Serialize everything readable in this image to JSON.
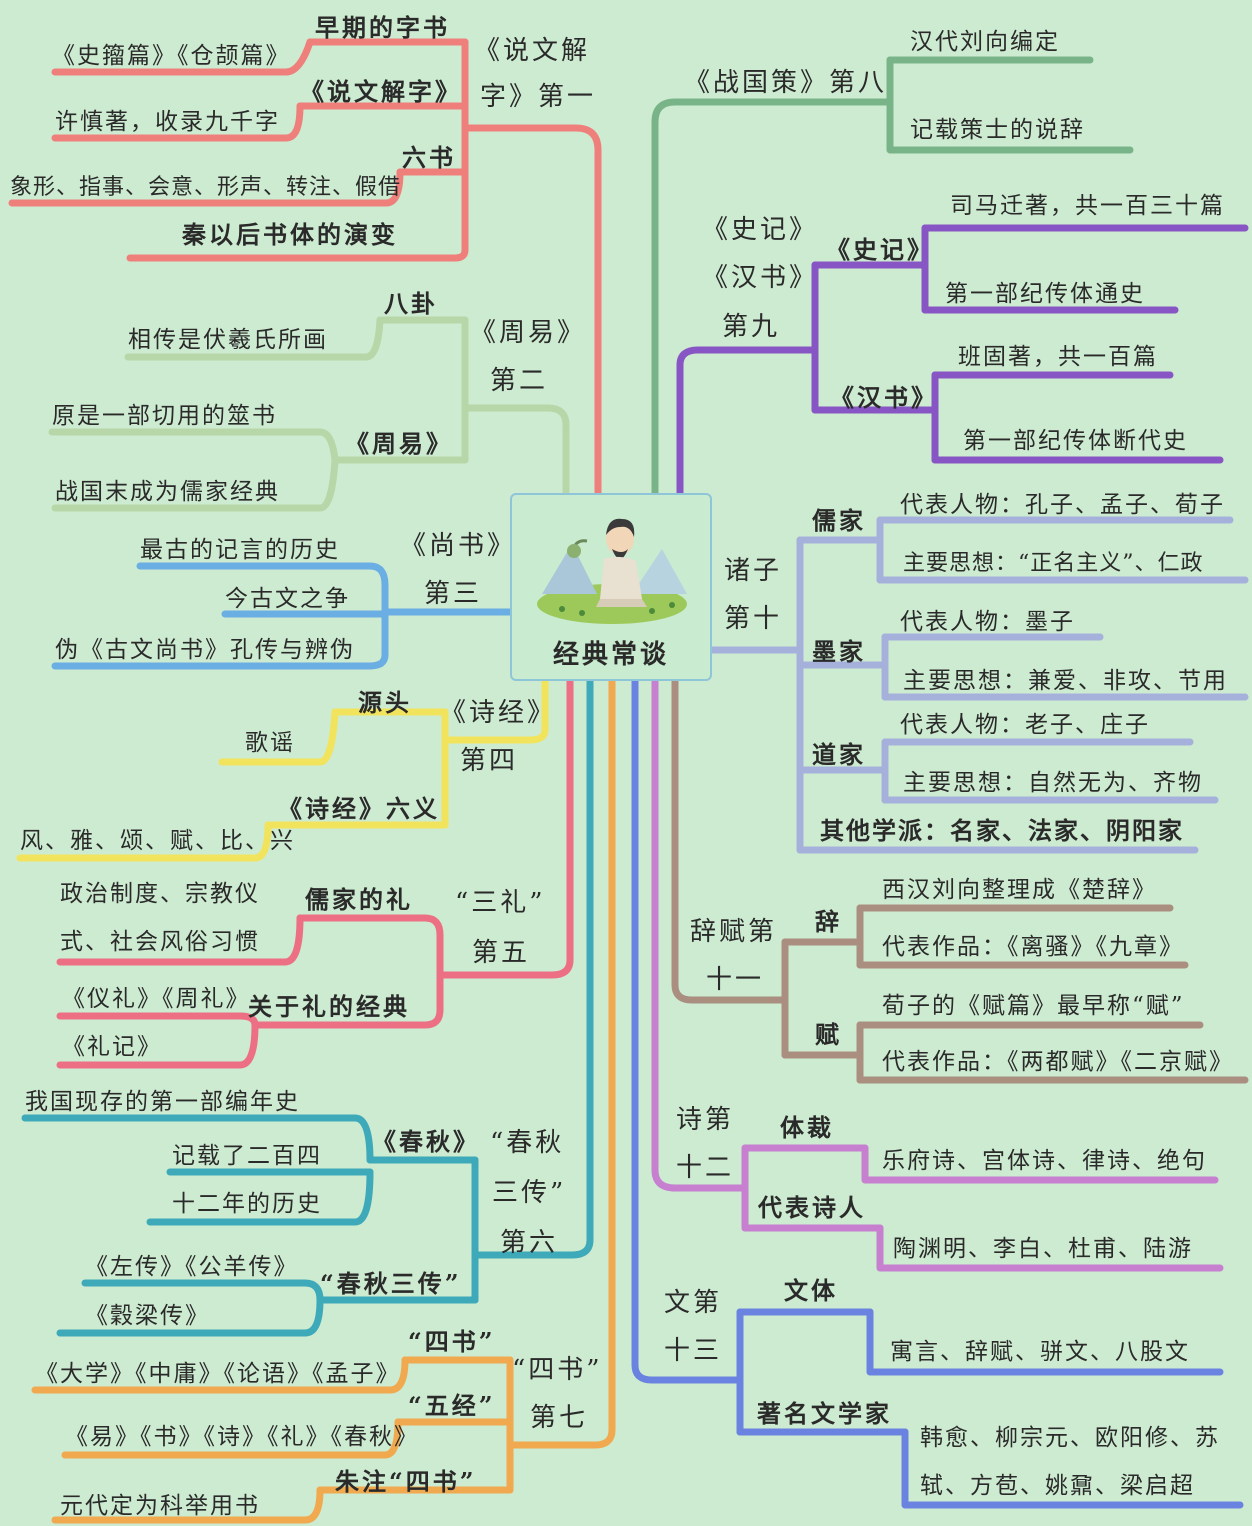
{
  "center": {
    "title": "经典常谈"
  },
  "ch1": {
    "title_a": "《说文解",
    "title_b": "字》第一",
    "b1": {
      "label": "早期的字书",
      "leaf": "《史籀篇》《仓颉篇》"
    },
    "b2": {
      "label": "《说文解字》",
      "leaf": "许慎著，收录九千字"
    },
    "b3": {
      "label": "六书",
      "leaf": "象形、指事、会意、形声、转注、假借"
    },
    "b4": {
      "label": "秦以后书体的演变"
    }
  },
  "ch2": {
    "title_a": "《周易》",
    "title_b": "第二",
    "b1": {
      "label": "八卦",
      "leaf": "相传是伏羲氏所画"
    },
    "b2": {
      "label": "《周易》",
      "leaf1": "原是一部切用的筮书",
      "leaf2": "战国末成为儒家经典"
    }
  },
  "ch3": {
    "title_a": "《尚书》",
    "title_b": "第三",
    "leaf1": "最古的记言的历史",
    "leaf2": "今古文之争",
    "leaf3": "伪《古文尚书》孔传与辨伪"
  },
  "ch4": {
    "title_a": "《诗经》",
    "title_b": "第四",
    "b1": {
      "label": "源头",
      "leaf": "歌谣"
    },
    "b2": {
      "label": "《诗经》六义",
      "leaf": "风、雅、颂、赋、比、兴"
    }
  },
  "ch5": {
    "title_a": "“三礼”",
    "title_b": "第五",
    "b1": {
      "label": "儒家的礼",
      "leaf1": "政治制度、宗教仪",
      "leaf2": "式、社会风俗习惯"
    },
    "b2": {
      "label": "关于礼的经典",
      "leaf1": "《仪礼》《周礼》",
      "leaf2": "《礼记》"
    }
  },
  "ch6": {
    "title_a": "“春秋",
    "title_b": "三传”",
    "title_c": "第六",
    "b1": {
      "label": "《春秋》",
      "leaf1": "我国现存的第一部编年史",
      "leaf2": "记载了二百四",
      "leaf3": "十二年的历史"
    },
    "b2": {
      "label": "“春秋三传”",
      "leaf1": "《左传》《公羊传》",
      "leaf2": "《穀梁传》"
    }
  },
  "ch7": {
    "title_a": "“四书”",
    "title_b": "第七",
    "b1": {
      "label": "“四书”",
      "leaf": "《大学》《中庸》《论语》《孟子》"
    },
    "b2": {
      "label": "“五经”",
      "leaf": "《易》《书》《诗》《礼》《春秋》"
    },
    "b3": {
      "label": "朱注“四书”",
      "leaf": "元代定为科举用书"
    }
  },
  "ch8": {
    "title": "《战国策》第八",
    "leaf1": "汉代刘向编定",
    "leaf2": "记载策士的说辞"
  },
  "ch9": {
    "title_a": "《史记》",
    "title_b": "《汉书》",
    "title_c": "第九",
    "b1": {
      "label": "《史记》",
      "leaf1": "司马迁著，共一百三十篇",
      "leaf2": "第一部纪传体通史"
    },
    "b2": {
      "label": "《汉书》",
      "leaf1": "班固著，共一百篇",
      "leaf2": "第一部纪传体断代史"
    }
  },
  "ch10": {
    "title_a": "诸子",
    "title_b": "第十",
    "b1": {
      "label": "儒家",
      "leaf1": "代表人物：孔子、孟子、荀子",
      "leaf2": "主要思想：“正名主义”、仁政"
    },
    "b2": {
      "label": "墨家",
      "leaf1": "代表人物：墨子",
      "leaf2": "主要思想：兼爱、非攻、节用"
    },
    "b3": {
      "label": "道家",
      "leaf1": "代表人物：老子、庄子",
      "leaf2": "主要思想：自然无为、齐物"
    },
    "b4": {
      "label": "其他学派：名家、法家、阴阳家"
    }
  },
  "ch11": {
    "title_a": "辞赋第",
    "title_b": "十一",
    "b1": {
      "label": "辞",
      "leaf1": "西汉刘向整理成《楚辞》",
      "leaf2": "代表作品：《离骚》《九章》"
    },
    "b2": {
      "label": "赋",
      "leaf1": "荀子的《赋篇》最早称“赋”",
      "leaf2": "代表作品：《两都赋》《二京赋》"
    }
  },
  "ch12": {
    "title_a": "诗第",
    "title_b": "十二",
    "b1": {
      "label": "体裁",
      "leaf": "乐府诗、宫体诗、律诗、绝句"
    },
    "b2": {
      "label": "代表诗人",
      "leaf": "陶渊明、李白、杜甫、陆游"
    }
  },
  "ch13": {
    "title_a": "文第",
    "title_b": "十三",
    "b1": {
      "label": "文体",
      "leaf": "寓言、辞赋、骈文、八股文"
    },
    "b2": {
      "label": "著名文学家",
      "leaf1": "韩愈、柳宗元、欧阳修、苏",
      "leaf2": "轼、方苞、姚鼐、梁启超"
    }
  },
  "colors": {
    "ch1": "#ee7f7b",
    "ch2": "#b7d7a8",
    "ch3": "#6aaee3",
    "ch4": "#f2e35d",
    "ch5": "#ec6f84",
    "ch6": "#3ea9b9",
    "ch7": "#f0a94e",
    "ch8": "#79b489",
    "ch9": "#8756c4",
    "ch10": "#a5b1da",
    "ch11": "#aa8f80",
    "ch12": "#c77fd0",
    "ch13": "#6b83e0"
  }
}
